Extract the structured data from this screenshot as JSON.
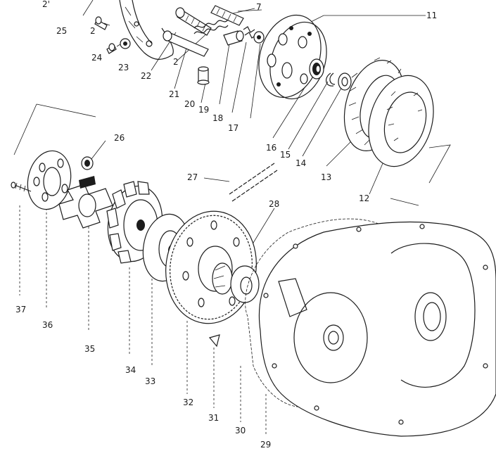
{
  "diagram": {
    "type": "exploded-parts-diagram",
    "ink_color": "#1c1c1c",
    "background": "#ffffff",
    "callouts": [
      {
        "id": "c2a",
        "text": "2'"
      },
      {
        "id": "c7",
        "text": "7"
      },
      {
        "id": "c11",
        "text": "11"
      },
      {
        "id": "c25",
        "text": "25"
      },
      {
        "id": "c2b",
        "text": "2"
      },
      {
        "id": "c24",
        "text": "24"
      },
      {
        "id": "c23",
        "text": "23"
      },
      {
        "id": "c22",
        "text": "22"
      },
      {
        "id": "c2c",
        "text": "2"
      },
      {
        "id": "c21",
        "text": "21"
      },
      {
        "id": "c20",
        "text": "20"
      },
      {
        "id": "c19",
        "text": "19"
      },
      {
        "id": "c18",
        "text": "18"
      },
      {
        "id": "c17",
        "text": "17"
      },
      {
        "id": "c16",
        "text": "16"
      },
      {
        "id": "c15",
        "text": "15"
      },
      {
        "id": "c14",
        "text": "14"
      },
      {
        "id": "c13",
        "text": "13"
      },
      {
        "id": "c12",
        "text": "12"
      },
      {
        "id": "c26",
        "text": "26"
      },
      {
        "id": "c27",
        "text": "27"
      },
      {
        "id": "c28",
        "text": "28"
      },
      {
        "id": "c37",
        "text": "37"
      },
      {
        "id": "c36",
        "text": "36"
      },
      {
        "id": "c35",
        "text": "35"
      },
      {
        "id": "c34",
        "text": "34"
      },
      {
        "id": "c33",
        "text": "33"
      },
      {
        "id": "c32",
        "text": "32"
      },
      {
        "id": "c31",
        "text": "31"
      },
      {
        "id": "c30",
        "text": "30"
      },
      {
        "id": "c29",
        "text": "29"
      }
    ]
  }
}
